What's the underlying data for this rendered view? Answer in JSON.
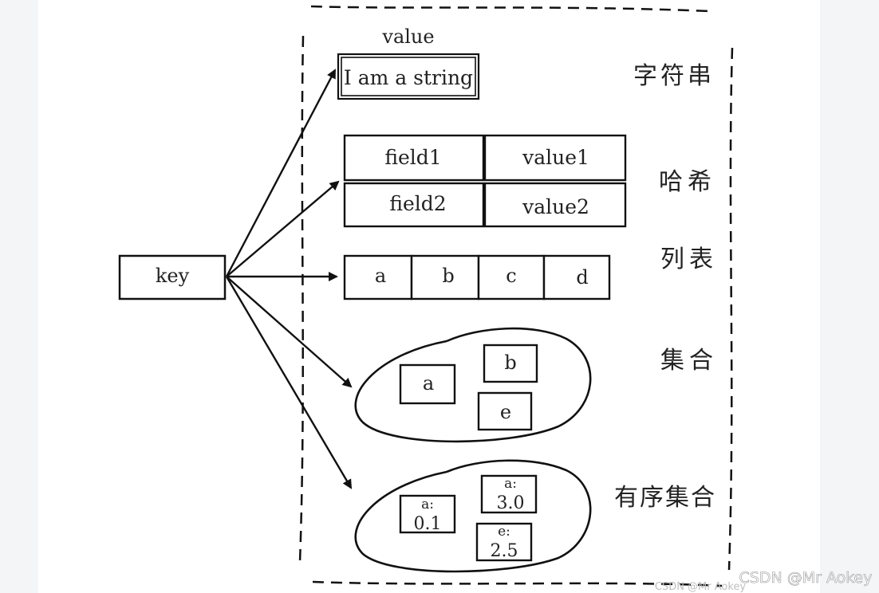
{
  "diagram": {
    "key_label": "key",
    "value_title": "value",
    "string": {
      "text": "I am a string",
      "type_label": "字符串"
    },
    "hash": {
      "rows": [
        {
          "field": "field1",
          "value": "value1"
        },
        {
          "field": "field2",
          "value": "value2"
        }
      ],
      "type_label": "哈希"
    },
    "list": {
      "items": [
        "a",
        "b",
        "c",
        "d"
      ],
      "type_label": "列表"
    },
    "set": {
      "items": [
        "a",
        "b",
        "e"
      ],
      "type_label": "集合"
    },
    "zset": {
      "items": [
        {
          "member": "a:",
          "score": "0.1"
        },
        {
          "member": "a:",
          "score": "3.0"
        },
        {
          "member": "e:",
          "score": "2.5"
        }
      ],
      "type_label": "有序集合"
    }
  },
  "watermark": {
    "main": "CSDN @Mr  Aokey",
    "faint": "CSDN @Mr  Aokey"
  }
}
